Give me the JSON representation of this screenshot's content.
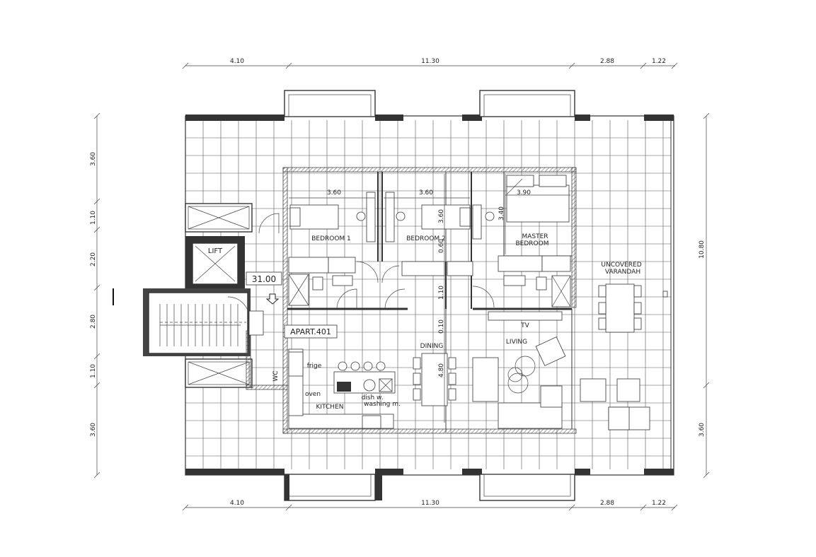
{
  "dimensions": {
    "top": [
      "4.10",
      "11.30",
      "2.88",
      "1.22"
    ],
    "bottom": [
      "4.10",
      "11.30",
      "2.88",
      "1.22"
    ],
    "left": [
      "3.60",
      "1.10",
      "2.20",
      "2.80",
      "1.10",
      "3.60"
    ],
    "right": [
      "10.80",
      "3.60"
    ]
  },
  "rooms": {
    "bedroom1": "BEDROOM  1",
    "bedroom2": "BEDROOM  2",
    "master_line1": "MASTER",
    "master_line2": "BEDROOM",
    "varandah_line1": "UNCOVERED",
    "varandah_line2": "VARANDAH",
    "dining": "DINING",
    "living": "LIVING",
    "kitchen": "KITCHEN",
    "lift": "LIFT",
    "wc": "WC"
  },
  "apartment_label": "APART.401",
  "level_tag": "31.00",
  "interior_dims": {
    "b1_width": "3.60",
    "b2_width": "3.60",
    "b2_depth": "3.60",
    "master_width": "3.90",
    "master_depth": "3.40",
    "d060": "0.60",
    "d110": "1.10",
    "d010": "0.10",
    "d480": "4.80"
  },
  "fixtures": {
    "tv": "TV",
    "frige": "frige",
    "oven": "oven",
    "dish_line1": "dish  w.",
    "dish_line2": "washing  m."
  }
}
